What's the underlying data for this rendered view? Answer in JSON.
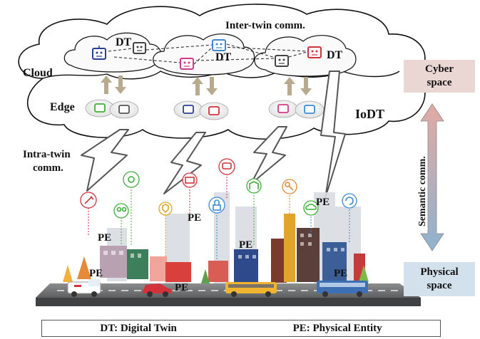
{
  "labels": {
    "cloud": "Cloud",
    "edge": "Edge",
    "dt": "DT",
    "inter_twin": "Inter-twin comm.",
    "iodt": "IoDT",
    "intra_twin": [
      "Intra-twin",
      "comm."
    ],
    "pe": "PE",
    "semantic_comm": "Semantic comm."
  },
  "panels": {
    "cyber": {
      "lines": [
        "Cyber",
        "space"
      ],
      "color": "#ead6d2"
    },
    "physical": {
      "lines": [
        "Physical",
        "space"
      ],
      "color": "#d3e1ed"
    }
  },
  "legend": {
    "dt_def": "DT: Digital Twin",
    "pe_def": "PE: Physical Entity"
  },
  "colors": {
    "cloud_outline": "#111111",
    "sync_arrow": "#b8aa8e",
    "robot_blue": "#2b3f97",
    "robot_pink": "#d03a8a",
    "robot_red": "#d2323a",
    "robot_green": "#3fae3a",
    "robot_lightblue": "#3c8ad6",
    "robot_grey": "#555555"
  },
  "icons": [
    "robot-icon",
    "wrench-icon",
    "gear-icon",
    "users-icon",
    "shield-icon",
    "mail-icon",
    "lock-icon",
    "chat-icon",
    "building-icon",
    "key-icon",
    "cloud-chat-icon",
    "refresh-icon",
    "ambulance-icon",
    "car-icon",
    "bus-icon"
  ]
}
